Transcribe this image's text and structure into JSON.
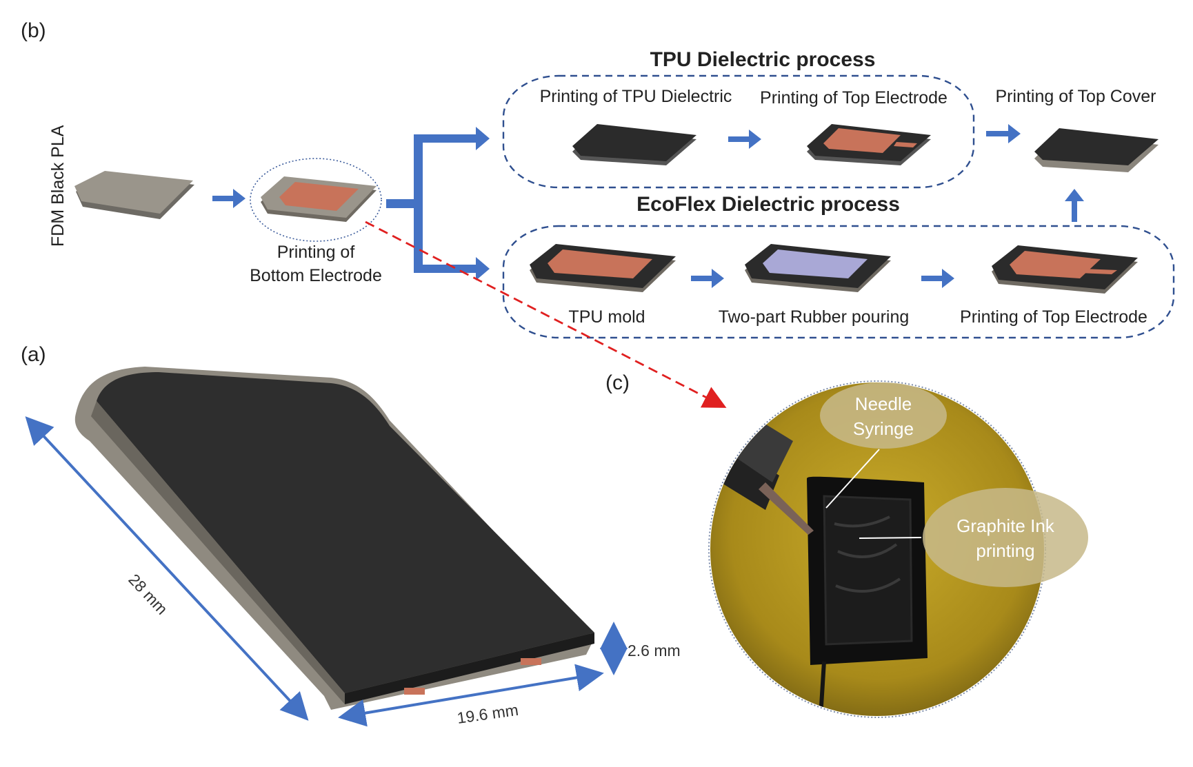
{
  "panel_labels": {
    "a": "(a)",
    "b": "(b)",
    "c": "(c)"
  },
  "material_label": "FDM Black PLA",
  "bottom_electrode": {
    "line1": "Printing of",
    "line2": "Bottom Electrode"
  },
  "tpu_process": {
    "title": "TPU Dielectric process",
    "steps": [
      "Printing of TPU Dielectric",
      "Printing of Top Electrode"
    ]
  },
  "ecoflex_process": {
    "title": "EcoFlex Dielectric process",
    "steps": [
      "TPU mold",
      "Two-part Rubber pouring",
      "Printing of Top Electrode"
    ]
  },
  "top_cover": "Printing of Top Cover",
  "dimensions": {
    "length": "28 mm",
    "width": "19.6 mm",
    "height": "2.6 mm"
  },
  "photo_annotations": {
    "needle": {
      "line1": "Needle",
      "line2": "Syringe"
    },
    "graphite": {
      "line1": "Graphite Ink",
      "line2": "printing"
    }
  },
  "colors": {
    "arrow": "#4472c4",
    "dashed_frame": "#2f4f8f",
    "red_leader": "#e02020",
    "electrode": "#c8735a",
    "dielectric_dark": "#2b2b2b",
    "pla_gray": "#8f8a80",
    "rubber": "#a9a8d6",
    "photo_bg": "#b99b1c"
  }
}
